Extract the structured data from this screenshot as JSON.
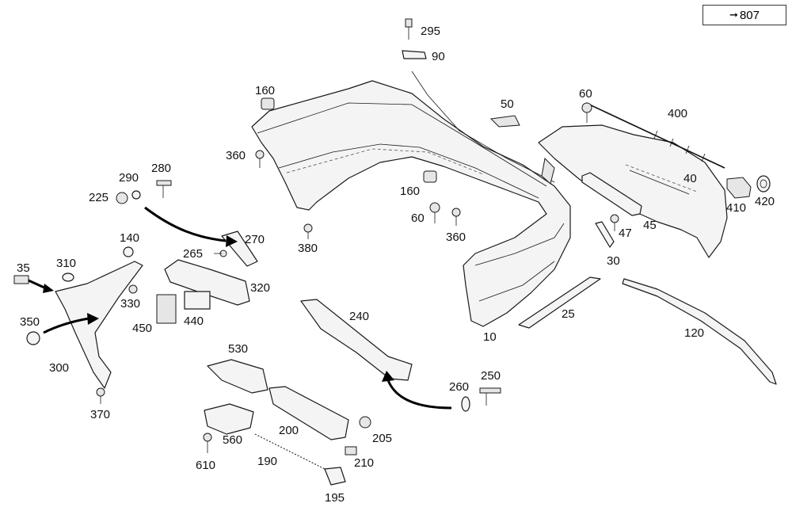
{
  "reference": {
    "arrow": "➞",
    "number": "807"
  },
  "labels": {
    "p295": "295",
    "p90": "90",
    "p160a": "160",
    "p50": "50",
    "p60a": "60",
    "p400": "400",
    "p360a": "360",
    "p290": "290",
    "p280": "280",
    "p225": "225",
    "p160b": "160",
    "p60b": "60",
    "p360b": "360",
    "p40": "40",
    "p410": "410",
    "p420": "420",
    "p140": "140",
    "p270": "270",
    "p380": "380",
    "p47": "47",
    "p45": "45",
    "p35": "35",
    "p310": "310",
    "p265": "265",
    "p30": "30",
    "p320": "320",
    "p330": "330",
    "p350": "350",
    "p450": "450",
    "p440": "440",
    "p240": "240",
    "p25": "25",
    "p120": "120",
    "p10": "10",
    "p300": "300",
    "p530": "530",
    "p250": "250",
    "p260": "260",
    "p370": "370",
    "p200": "200",
    "p205": "205",
    "p560": "560",
    "p190": "190",
    "p210": "210",
    "p610": "610",
    "p195": "195"
  }
}
